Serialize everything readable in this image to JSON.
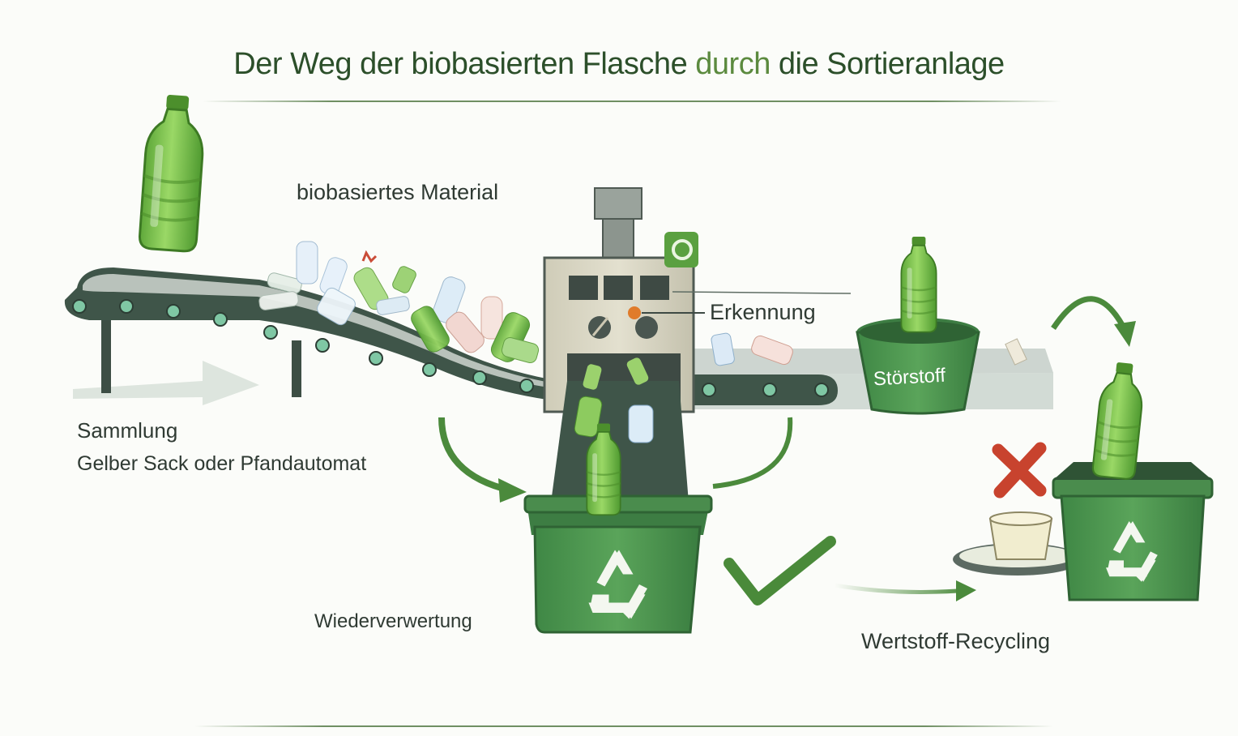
{
  "title": {
    "part1": "Der Weg der biobasierten Flasche",
    "part2": "durch",
    "part3": "die Sortieranlage"
  },
  "labels": {
    "material": "biobasiertes Material",
    "erkennung": "Erkennung",
    "stoerstoff": "Störstoff",
    "sammlung": "Sammlung",
    "sammlung_sub": "Gelber Sack oder Pfandautomat",
    "wiederverwertung": "Wiederverwertung",
    "wertstoff": "Wertstoff-Recycling"
  },
  "colors": {
    "title_dark": "#2c4f2a",
    "title_accent": "#5b8a3e",
    "bottle_green": "#7dc34a",
    "bin_green": "#4e9550",
    "belt_dark": "#3f5549",
    "machine_beige": "#d9d6c4",
    "arrow_green": "#4b8a3c",
    "cross_red": "#c8432e",
    "check_green": "#4a8a3a"
  },
  "icons": [
    "recycle-icon",
    "check-icon",
    "cross-icon",
    "arrow-icon",
    "bottle-icon",
    "sensor-icon"
  ]
}
